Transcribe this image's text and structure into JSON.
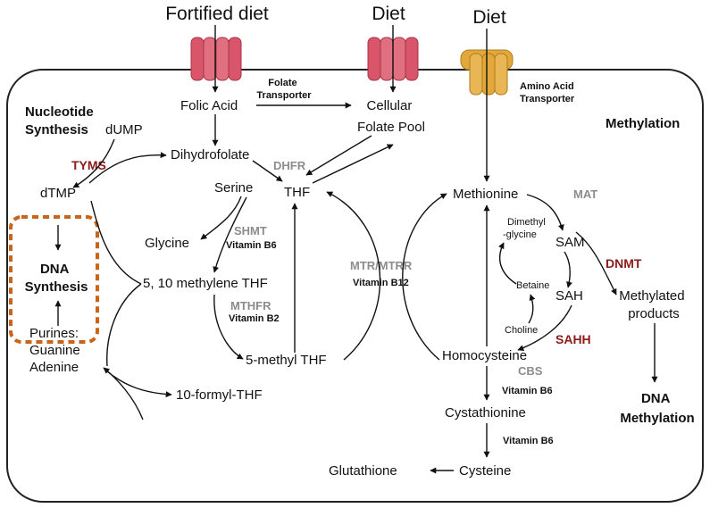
{
  "sources": {
    "fortified_diet": "Fortified diet",
    "diet_folate": "Diet",
    "diet_amino": "Diet"
  },
  "transporters": {
    "folate": [
      "Folate",
      "Transporter"
    ],
    "amino": [
      "Amino Acid",
      "Transporter"
    ],
    "colors": {
      "folate": "#d9566a",
      "amino": "#e2a83a"
    }
  },
  "sections": {
    "nucleotide_synthesis": [
      "Nucleotide",
      "Synthesis"
    ],
    "methylation": "Methylation",
    "dna_synthesis": [
      "DNA",
      "Synthesis"
    ],
    "dna_methylation": [
      "DNA",
      "Methylation"
    ]
  },
  "metabolites": {
    "folic_acid": "Folic Acid",
    "cellular_folate_pool": [
      "Cellular",
      "Folate Pool"
    ],
    "dihydrofolate": "Dihydrofolate",
    "thf": "THF",
    "serine": "Serine",
    "glycine": "Glycine",
    "methylene_thf": "5, 10 methylene THF",
    "methyl_thf": "5-methyl THF",
    "formyl_thf": "10-formyl-THF",
    "dump": "dUMP",
    "dtmp": "dTMP",
    "purines": [
      "Purines:",
      "Guanine",
      "Adenine"
    ],
    "methionine": "Methionine",
    "dimethylglycine": [
      "Dimethyl",
      "-glycine"
    ],
    "sam": "SAM",
    "sah": "SAH",
    "betaine": "Betaine",
    "choline": "Choline",
    "homocysteine": "Homocysteine",
    "cystathionine": "Cystathionine",
    "cysteine": "Cysteine",
    "glutathione": "Glutathione",
    "methylated_products": [
      "Methylated",
      "products"
    ]
  },
  "enzymes": {
    "tyms": "TYMS",
    "dhfr": "DHFR",
    "shmt": "SHMT",
    "mthfr": "MTHFR",
    "mtr_mtrr": "MTR/MTRR",
    "mat": "MAT",
    "dnmt": "DNMT",
    "sahh": "SAHH",
    "cbs": "CBS"
  },
  "cofactors": {
    "vitamin_b6_shmt": "Vitamin B6",
    "vitamin_b2": "Vitamin B2",
    "vitamin_b12": "Vitamin B12",
    "vitamin_b6_cbs": "Vitamin B6",
    "vitamin_b6_cysteine": "Vitamin B6"
  },
  "colors": {
    "enzyme_gray": "#8c8c8c",
    "enzyme_red": "#8b1a1a",
    "dna_box": "#c8651b",
    "cell_border": "#222222"
  }
}
